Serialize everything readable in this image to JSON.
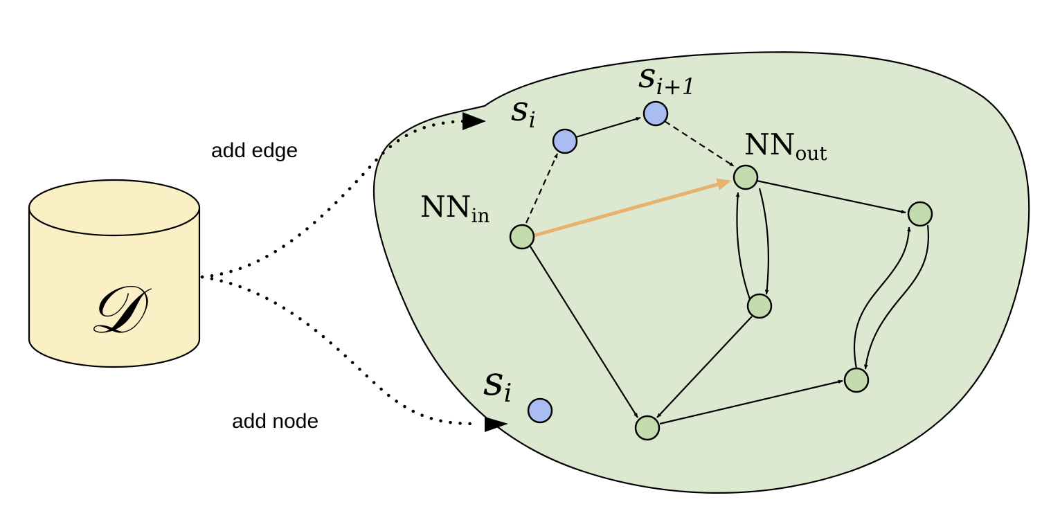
{
  "database": {
    "symbol": "𝒟"
  },
  "actions": {
    "add_edge": "add edge",
    "add_node": "add node"
  },
  "labels": {
    "s_i_top": {
      "base": "s",
      "sub": "i"
    },
    "s_i_plus_1": {
      "base": "s",
      "sub": "i+1"
    },
    "nn_in": {
      "base": "NN",
      "sub": "in"
    },
    "nn_out": {
      "base": "NN",
      "sub": "out"
    },
    "s_i_bottom": {
      "base": "s",
      "sub": "i"
    }
  },
  "colors": {
    "region_fill": "#dde8d1",
    "green_node": "#c3dcae",
    "blue_node": "#a9bdf3",
    "database_fill": "#fbefc6",
    "highlight_edge": "#e6b26e"
  }
}
